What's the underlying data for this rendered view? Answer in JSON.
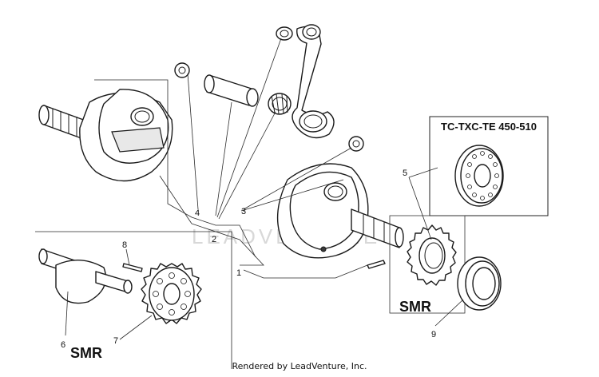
{
  "callouts": {
    "c1": "1",
    "c2": "2",
    "c3": "3",
    "c4": "4",
    "c5": "5",
    "c6": "6",
    "c7": "7",
    "c8": "8",
    "c9": "9"
  },
  "inset_box_title": "TC-TXC-TE 450-510",
  "smr_label_right": "SMR",
  "smr_label_left": "SMR",
  "watermark": "LEADVENTURE",
  "footer": "Rendered by LeadVenture, Inc."
}
